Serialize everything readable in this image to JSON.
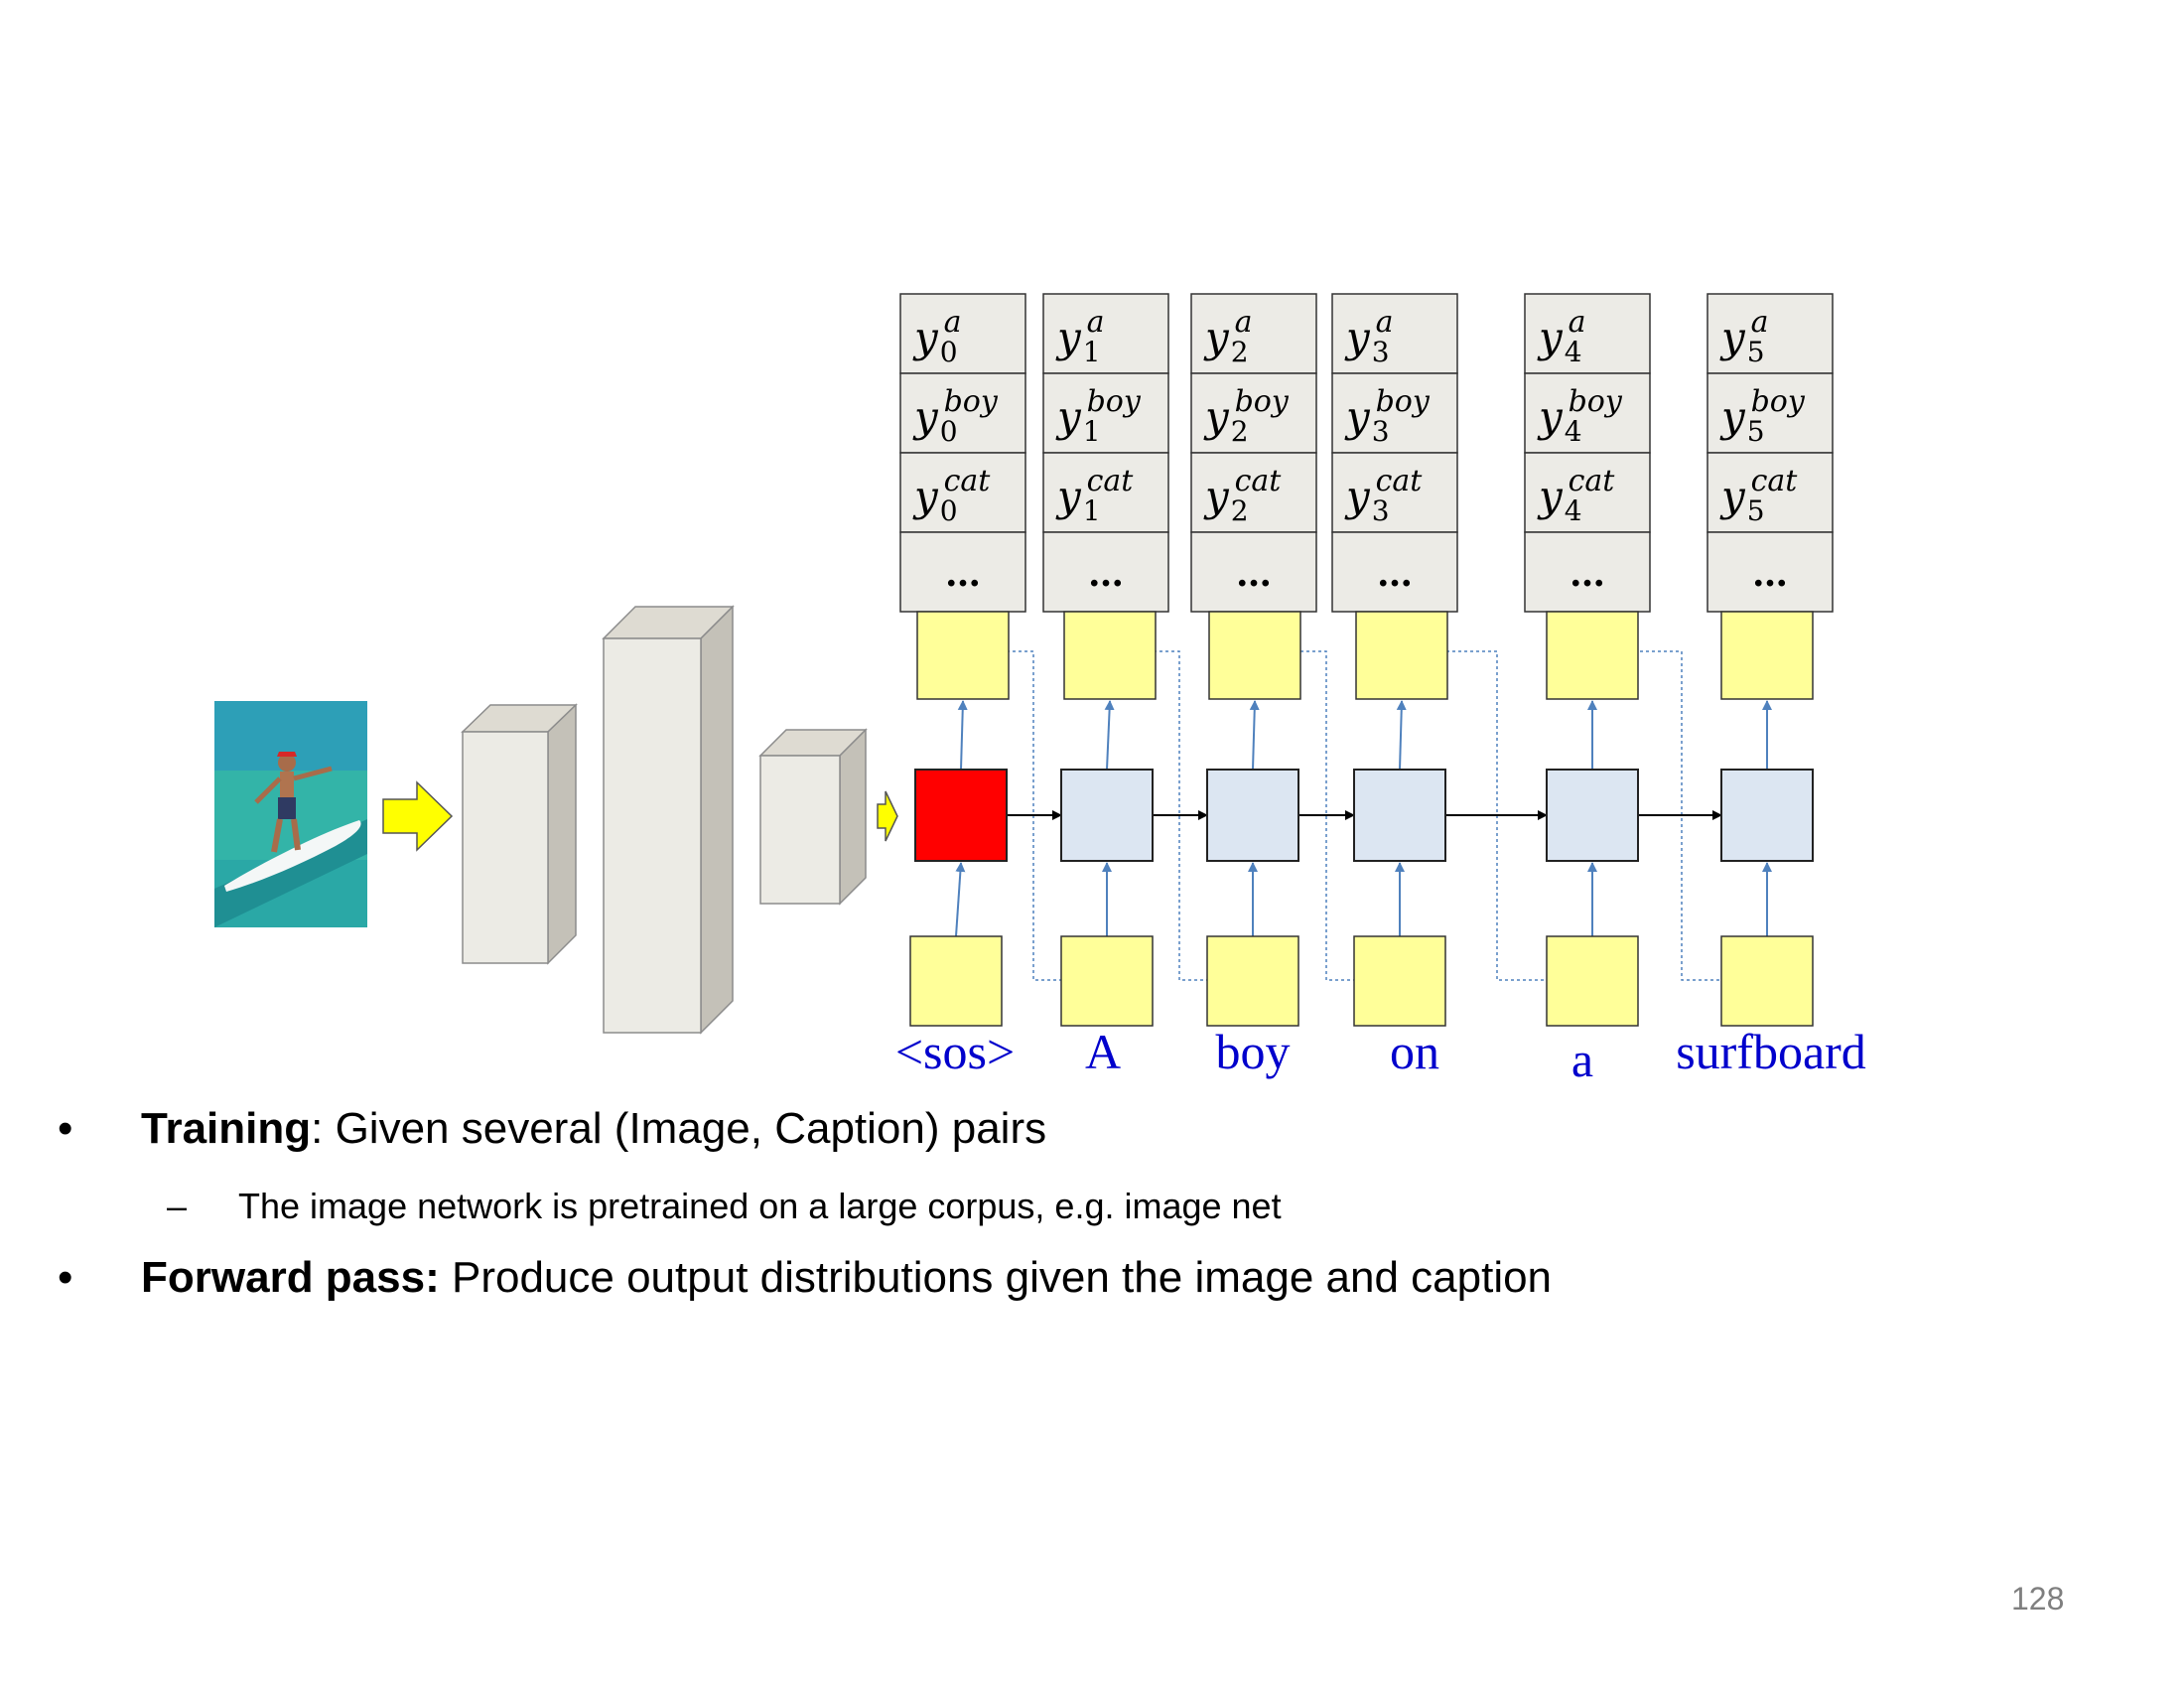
{
  "slide": {
    "page_number": "128",
    "bullets": [
      {
        "level": 1,
        "marker": "•",
        "bold": "Training",
        "rest": ":  Given several (Image, Caption) pairs"
      },
      {
        "level": 2,
        "marker": "–",
        "bold": "",
        "rest": "The image network is pretrained on a large corpus, e.g. image net"
      },
      {
        "level": 1,
        "marker": "•",
        "bold": "Forward pass:",
        "rest": " Produce output distributions given the image and caption"
      }
    ]
  },
  "diagram": {
    "caption_words": [
      "<sos>",
      "A",
      "boy",
      "on",
      "a",
      "surfboard"
    ],
    "output_rows": [
      "a",
      "boy",
      "cat"
    ],
    "output_symbol": "y",
    "subscripts": [
      "0",
      "1",
      "2",
      "3",
      "4",
      "5"
    ],
    "ellipsis": "…",
    "colors": {
      "initial_cell": "#ff0000",
      "recurrent_cell": "#dce6f2",
      "embedding_box": "#ffff99",
      "output_table": "#ecebe6",
      "arrow_blue": "#4f81bd",
      "word_blue": "#0000cc",
      "yellow_arrow": "#ffff00",
      "cnn_front": "#ecebe5",
      "cnn_side": "#c4c1b8"
    },
    "icons": {
      "photo": "surfer-photo",
      "input_arrow": "yellow-block-arrow-icon"
    }
  }
}
